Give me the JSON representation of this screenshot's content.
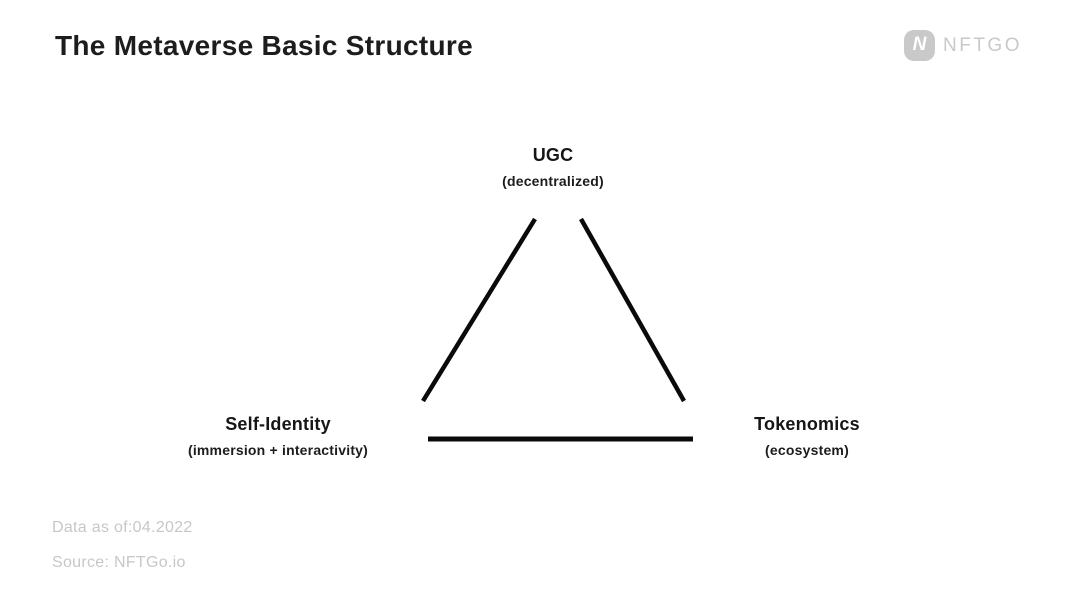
{
  "header": {
    "title": "The Metaverse Basic Structure",
    "logo": {
      "icon_letter": "N",
      "text": "NFTGO",
      "color": "#c9c9c9"
    }
  },
  "diagram": {
    "type": "triangle",
    "line_color": "#0a0a0a",
    "nodes": [
      {
        "position": "top",
        "label": "UGC",
        "sublabel": "(decentralized)"
      },
      {
        "position": "bottom-left",
        "label": "Self-Identity",
        "sublabel": "(immersion + interactivity)"
      },
      {
        "position": "bottom-right",
        "label": "Tokenomics",
        "sublabel": "(ecosystem)"
      }
    ]
  },
  "footer": {
    "data_as_of": "Data as of:04.2022",
    "source": "Source: NFTGo.io",
    "text_color": "#c7c7c7"
  }
}
